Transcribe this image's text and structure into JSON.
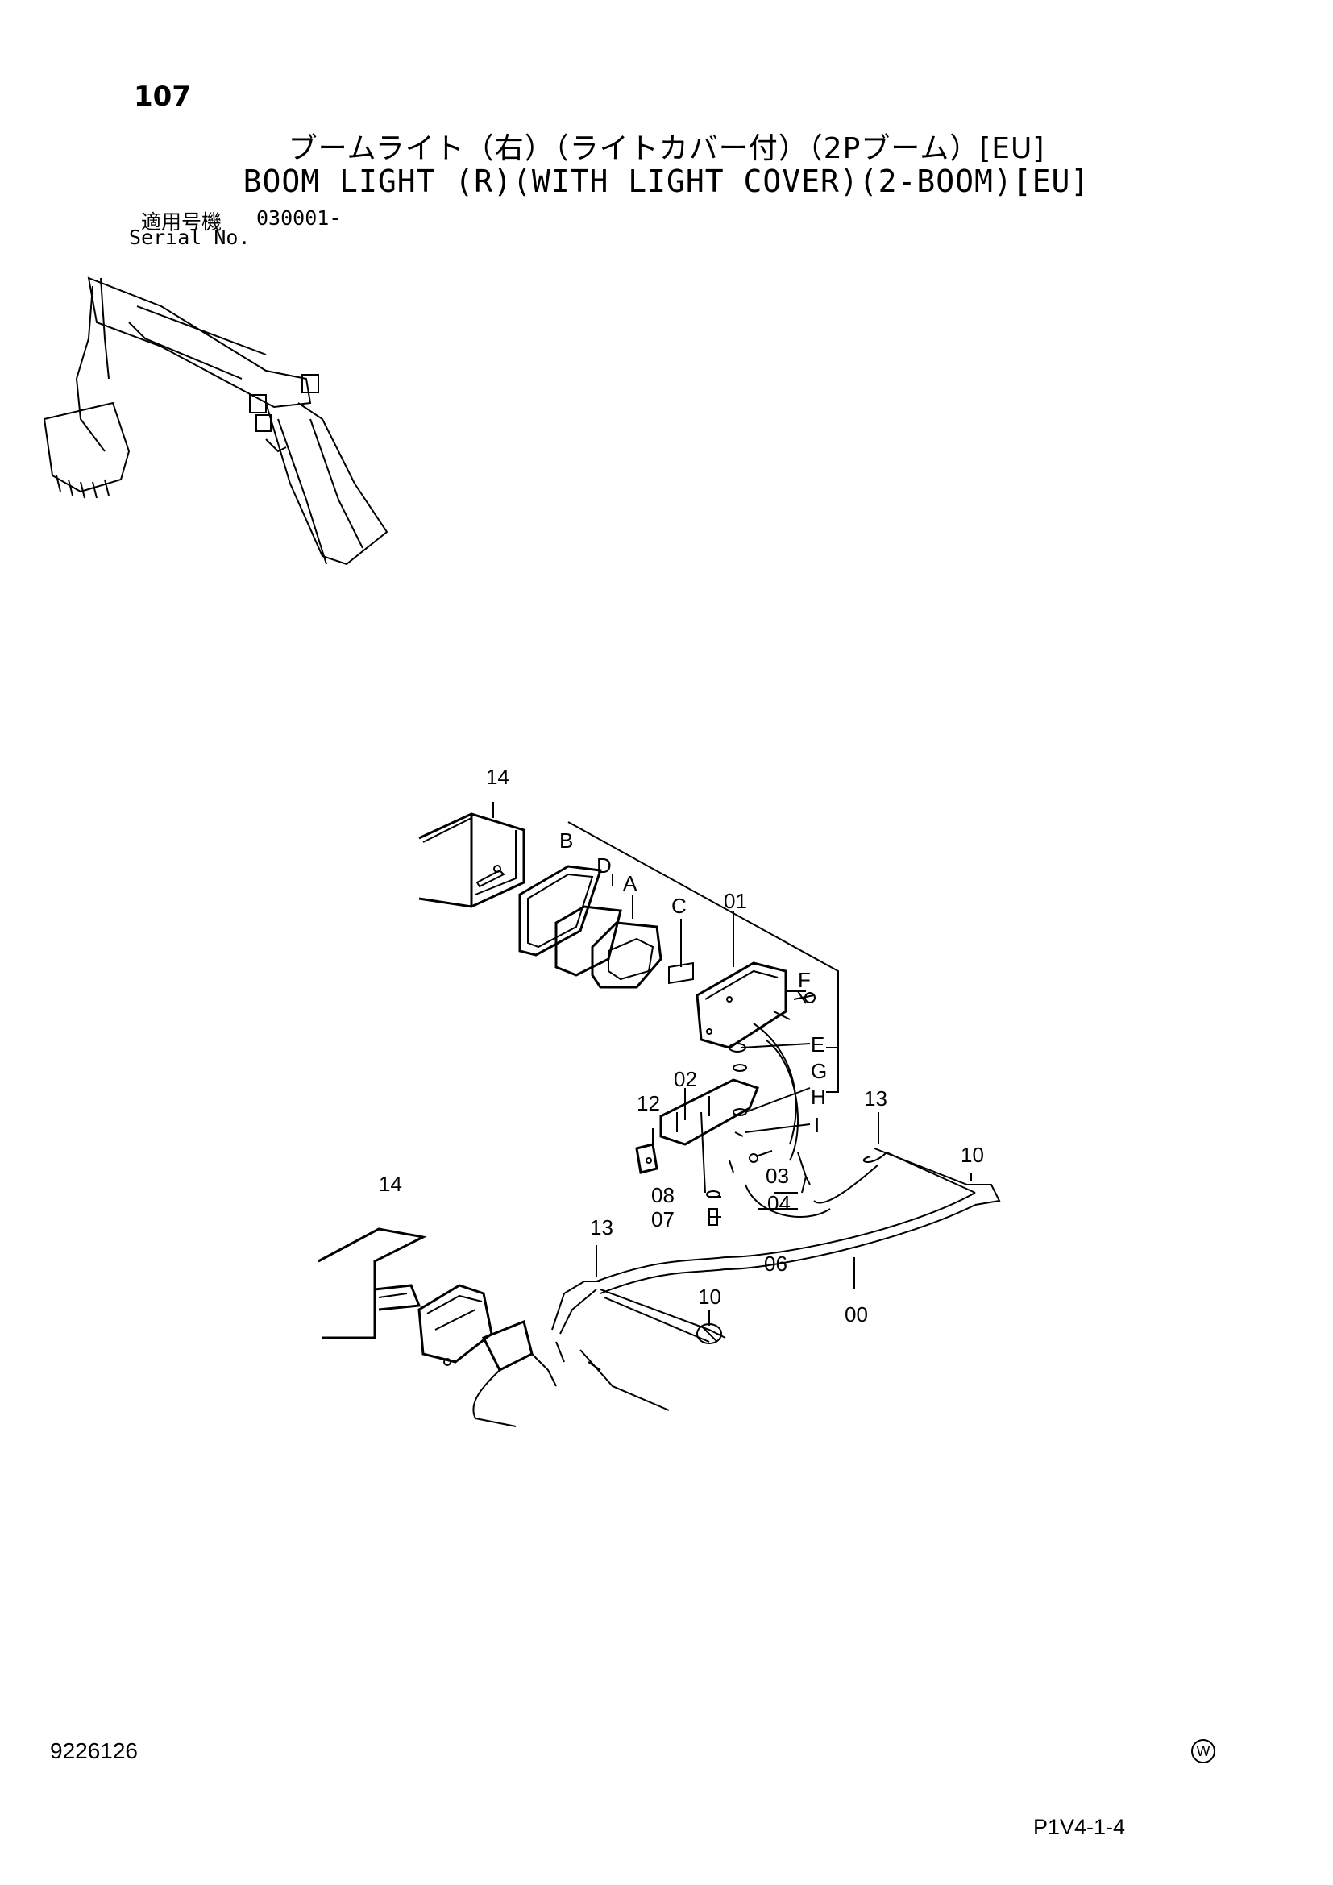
{
  "header": {
    "page_number": "107",
    "title_jp": "ブームライト（右）（ライトカバー付）（2Pブーム）[EU]",
    "title_en": "BOOM LIGHT (R)(WITH LIGHT COVER)(2-BOOM)[EU]",
    "serial_label_jp": "適用号機",
    "serial_label_en": "Serial No.",
    "serial_number": "030001-"
  },
  "diagram": {
    "callouts": [
      "14",
      "B",
      "D",
      "A",
      "C",
      "01",
      "F",
      "E",
      "G",
      "H",
      "I",
      "02",
      "12",
      "13",
      "10",
      "03",
      "04",
      "08",
      "07",
      "14",
      "13",
      "06",
      "10",
      "00"
    ]
  },
  "footer": {
    "doc_id": "9226126",
    "copyright_symbol": "W",
    "page_code": "P1V4-1-4"
  },
  "colors": {
    "ink": "#000000",
    "paper": "#ffffff"
  }
}
